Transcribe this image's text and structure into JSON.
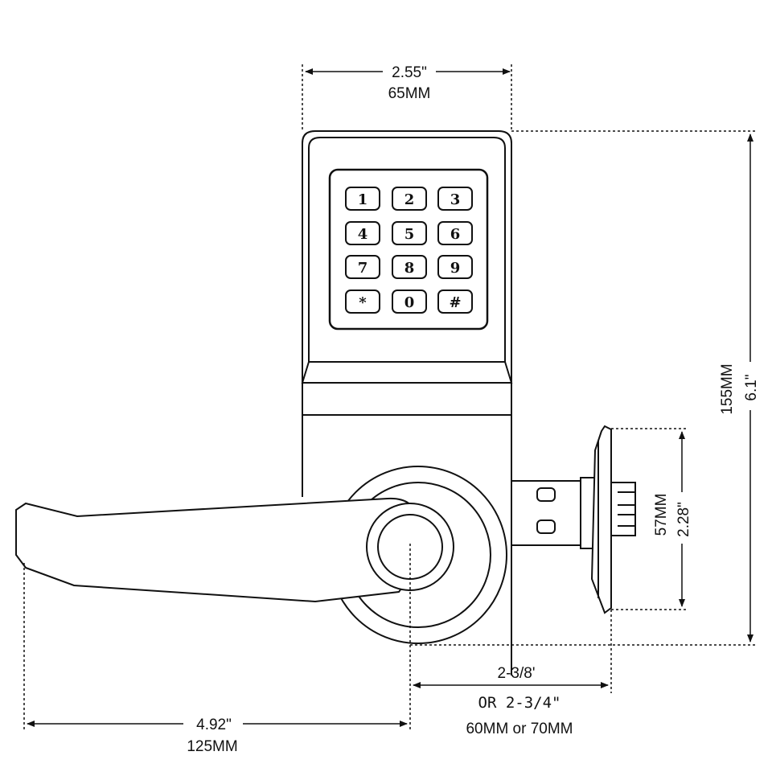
{
  "dimensions": {
    "width_top": {
      "inches": "2.55\"",
      "mm": "65MM"
    },
    "height_right": {
      "inches": "6.1\"",
      "mm": "155MM"
    },
    "latch": {
      "inches": "2.28\"",
      "mm": "57MM"
    },
    "backset": {
      "fraction": "2-3/8'",
      "alt": "OR 2-3/4\"",
      "mm": "60MM or 70MM"
    },
    "lever": {
      "inches": "4.92\"",
      "mm": "125MM"
    }
  },
  "keypad": {
    "keys": [
      "1",
      "2",
      "3",
      "4",
      "5",
      "6",
      "7",
      "8",
      "9",
      "*",
      "0",
      "#"
    ]
  }
}
